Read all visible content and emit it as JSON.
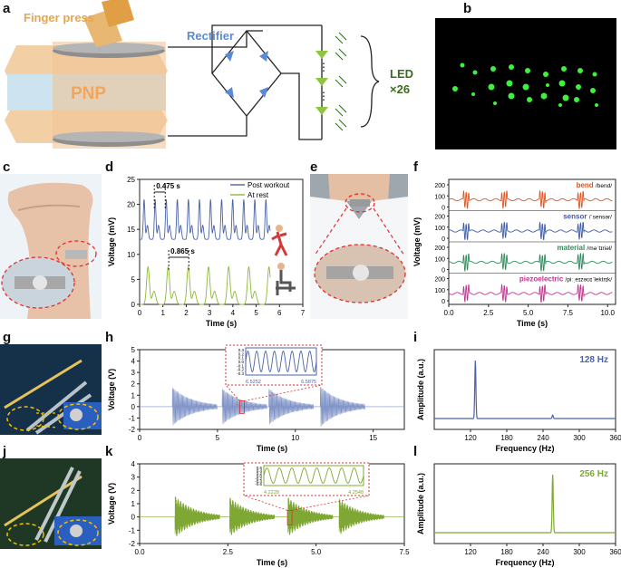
{
  "panels": {
    "a": {
      "letter": "a",
      "finger_press": "Finger\npress",
      "pnp": "PNP",
      "rectifier": "Rectifier",
      "led": "LED",
      "led_count": "×26",
      "dots": "⋮"
    },
    "b": {
      "letter": "b"
    },
    "c": {
      "letter": "c"
    },
    "d": {
      "letter": "d"
    },
    "e": {
      "letter": "e"
    },
    "f": {
      "letter": "f"
    },
    "g": {
      "letter": "g"
    },
    "h": {
      "letter": "h"
    },
    "i": {
      "letter": "i"
    },
    "j": {
      "letter": "j"
    },
    "k": {
      "letter": "k"
    },
    "l": {
      "letter": "l"
    }
  },
  "colors": {
    "post_workout": "#4a63a8",
    "at_rest": "#8db83a",
    "bend": "#e2541e",
    "sensor": "#3d5ba8",
    "material": "#2f8a5a",
    "piezoelectric": "#c0358f",
    "blue_signal": "#7f93c7",
    "green_signal": "#7ea833",
    "red_dash": "#e03030",
    "rectifier_blue": "#5b8bd6",
    "led_green": "#8cc63f"
  },
  "chart_data": [
    {
      "id": "d",
      "type": "line",
      "xlabel": "Time (s)",
      "ylabel": "Voltage (mV)",
      "xlim": [
        0,
        7
      ],
      "ylim": [
        0,
        25
      ],
      "xticks": [
        "0",
        "1",
        "2",
        "3",
        "4",
        "5",
        "6",
        "7"
      ],
      "yticks": [
        "0",
        "5",
        "10",
        "15",
        "20",
        "25"
      ],
      "legend_placement": "top-right",
      "annotations": [
        "0.475 s",
        "0.865 s"
      ],
      "series": [
        {
          "name": "Post workout",
          "period_s": 0.475,
          "min": 13,
          "max": 21
        },
        {
          "name": "At rest",
          "period_s": 0.865,
          "min": 0,
          "max": 7.5
        }
      ]
    },
    {
      "id": "f",
      "type": "line",
      "xlabel": "Time (s)",
      "ylabel": "Voltage (mV)",
      "xlim": [
        0,
        10.5
      ],
      "xticks": [
        "0.0",
        "2.5",
        "5.0",
        "7.5",
        "10.0"
      ],
      "yticks_each": [
        "0",
        "100",
        "200"
      ],
      "series": [
        {
          "name": "bend",
          "phonetic": "/bend/"
        },
        {
          "name": "sensor",
          "phonetic": "/ˈsensər/"
        },
        {
          "name": "material",
          "phonetic": "/məˈtɪriəl/"
        },
        {
          "name": "piezoelectric",
          "phonetic": "/piːˌeɪzəʊɪˈlektrɪk/"
        }
      ]
    },
    {
      "id": "h",
      "type": "line",
      "xlabel": "Time (s)",
      "ylabel": "Voltage (V)",
      "xlim": [
        0,
        17
      ],
      "ylim": [
        -2,
        5
      ],
      "xticks": [
        "0",
        "5",
        "10",
        "15"
      ],
      "yticks": [
        "-2",
        "-1",
        "0",
        "1",
        "2",
        "3",
        "4",
        "5"
      ],
      "bursts_start_s": [
        2.1,
        5.3,
        8.3,
        11.6
      ],
      "burst_amplitude_V": [
        1.7,
        1.6,
        1.6,
        1.8
      ],
      "inset": {
        "x_start": "6.5252",
        "x_end": "6.5875",
        "yticks": [
          "0.3",
          "0.2",
          "0.1",
          "0.0",
          "-0.1",
          "-0.2",
          "-0.3"
        ]
      }
    },
    {
      "id": "i",
      "type": "line",
      "xlabel": "Frequency (Hz)",
      "ylabel": "Amplitude (a.u.)",
      "xlim": [
        60,
        360
      ],
      "xticks": [
        "120",
        "180",
        "240",
        "300",
        "360"
      ],
      "peaks_hz": [
        128,
        256
      ],
      "annotation": "128 Hz"
    },
    {
      "id": "k",
      "type": "line",
      "xlabel": "Time (s)",
      "ylabel": "Voltage (V)",
      "xlim": [
        0,
        7.5
      ],
      "ylim": [
        -2,
        4
      ],
      "xticks": [
        "0.0",
        "2.5",
        "5.0",
        "7.5"
      ],
      "yticks": [
        "-2",
        "-1",
        "0",
        "1",
        "2",
        "3",
        "4"
      ],
      "bursts_start_s": [
        1.0,
        2.55,
        4.2,
        5.65
      ],
      "burst_amplitude_V": [
        1.6,
        1.5,
        1.5,
        1.4
      ],
      "inset": {
        "x_start": "4.2228",
        "x_end": "4.2548",
        "yticks": [
          "0.6",
          "0.4",
          "0.2",
          "0.0",
          "-0.2",
          "-0.4",
          "-0.6"
        ]
      }
    },
    {
      "id": "l",
      "type": "line",
      "xlabel": "Frequency (Hz)",
      "ylabel": "Amplitude (a.u.)",
      "xlim": [
        60,
        360
      ],
      "xticks": [
        "120",
        "180",
        "240",
        "300",
        "360"
      ],
      "peaks_hz": [
        256
      ],
      "annotation": "256 Hz"
    }
  ]
}
